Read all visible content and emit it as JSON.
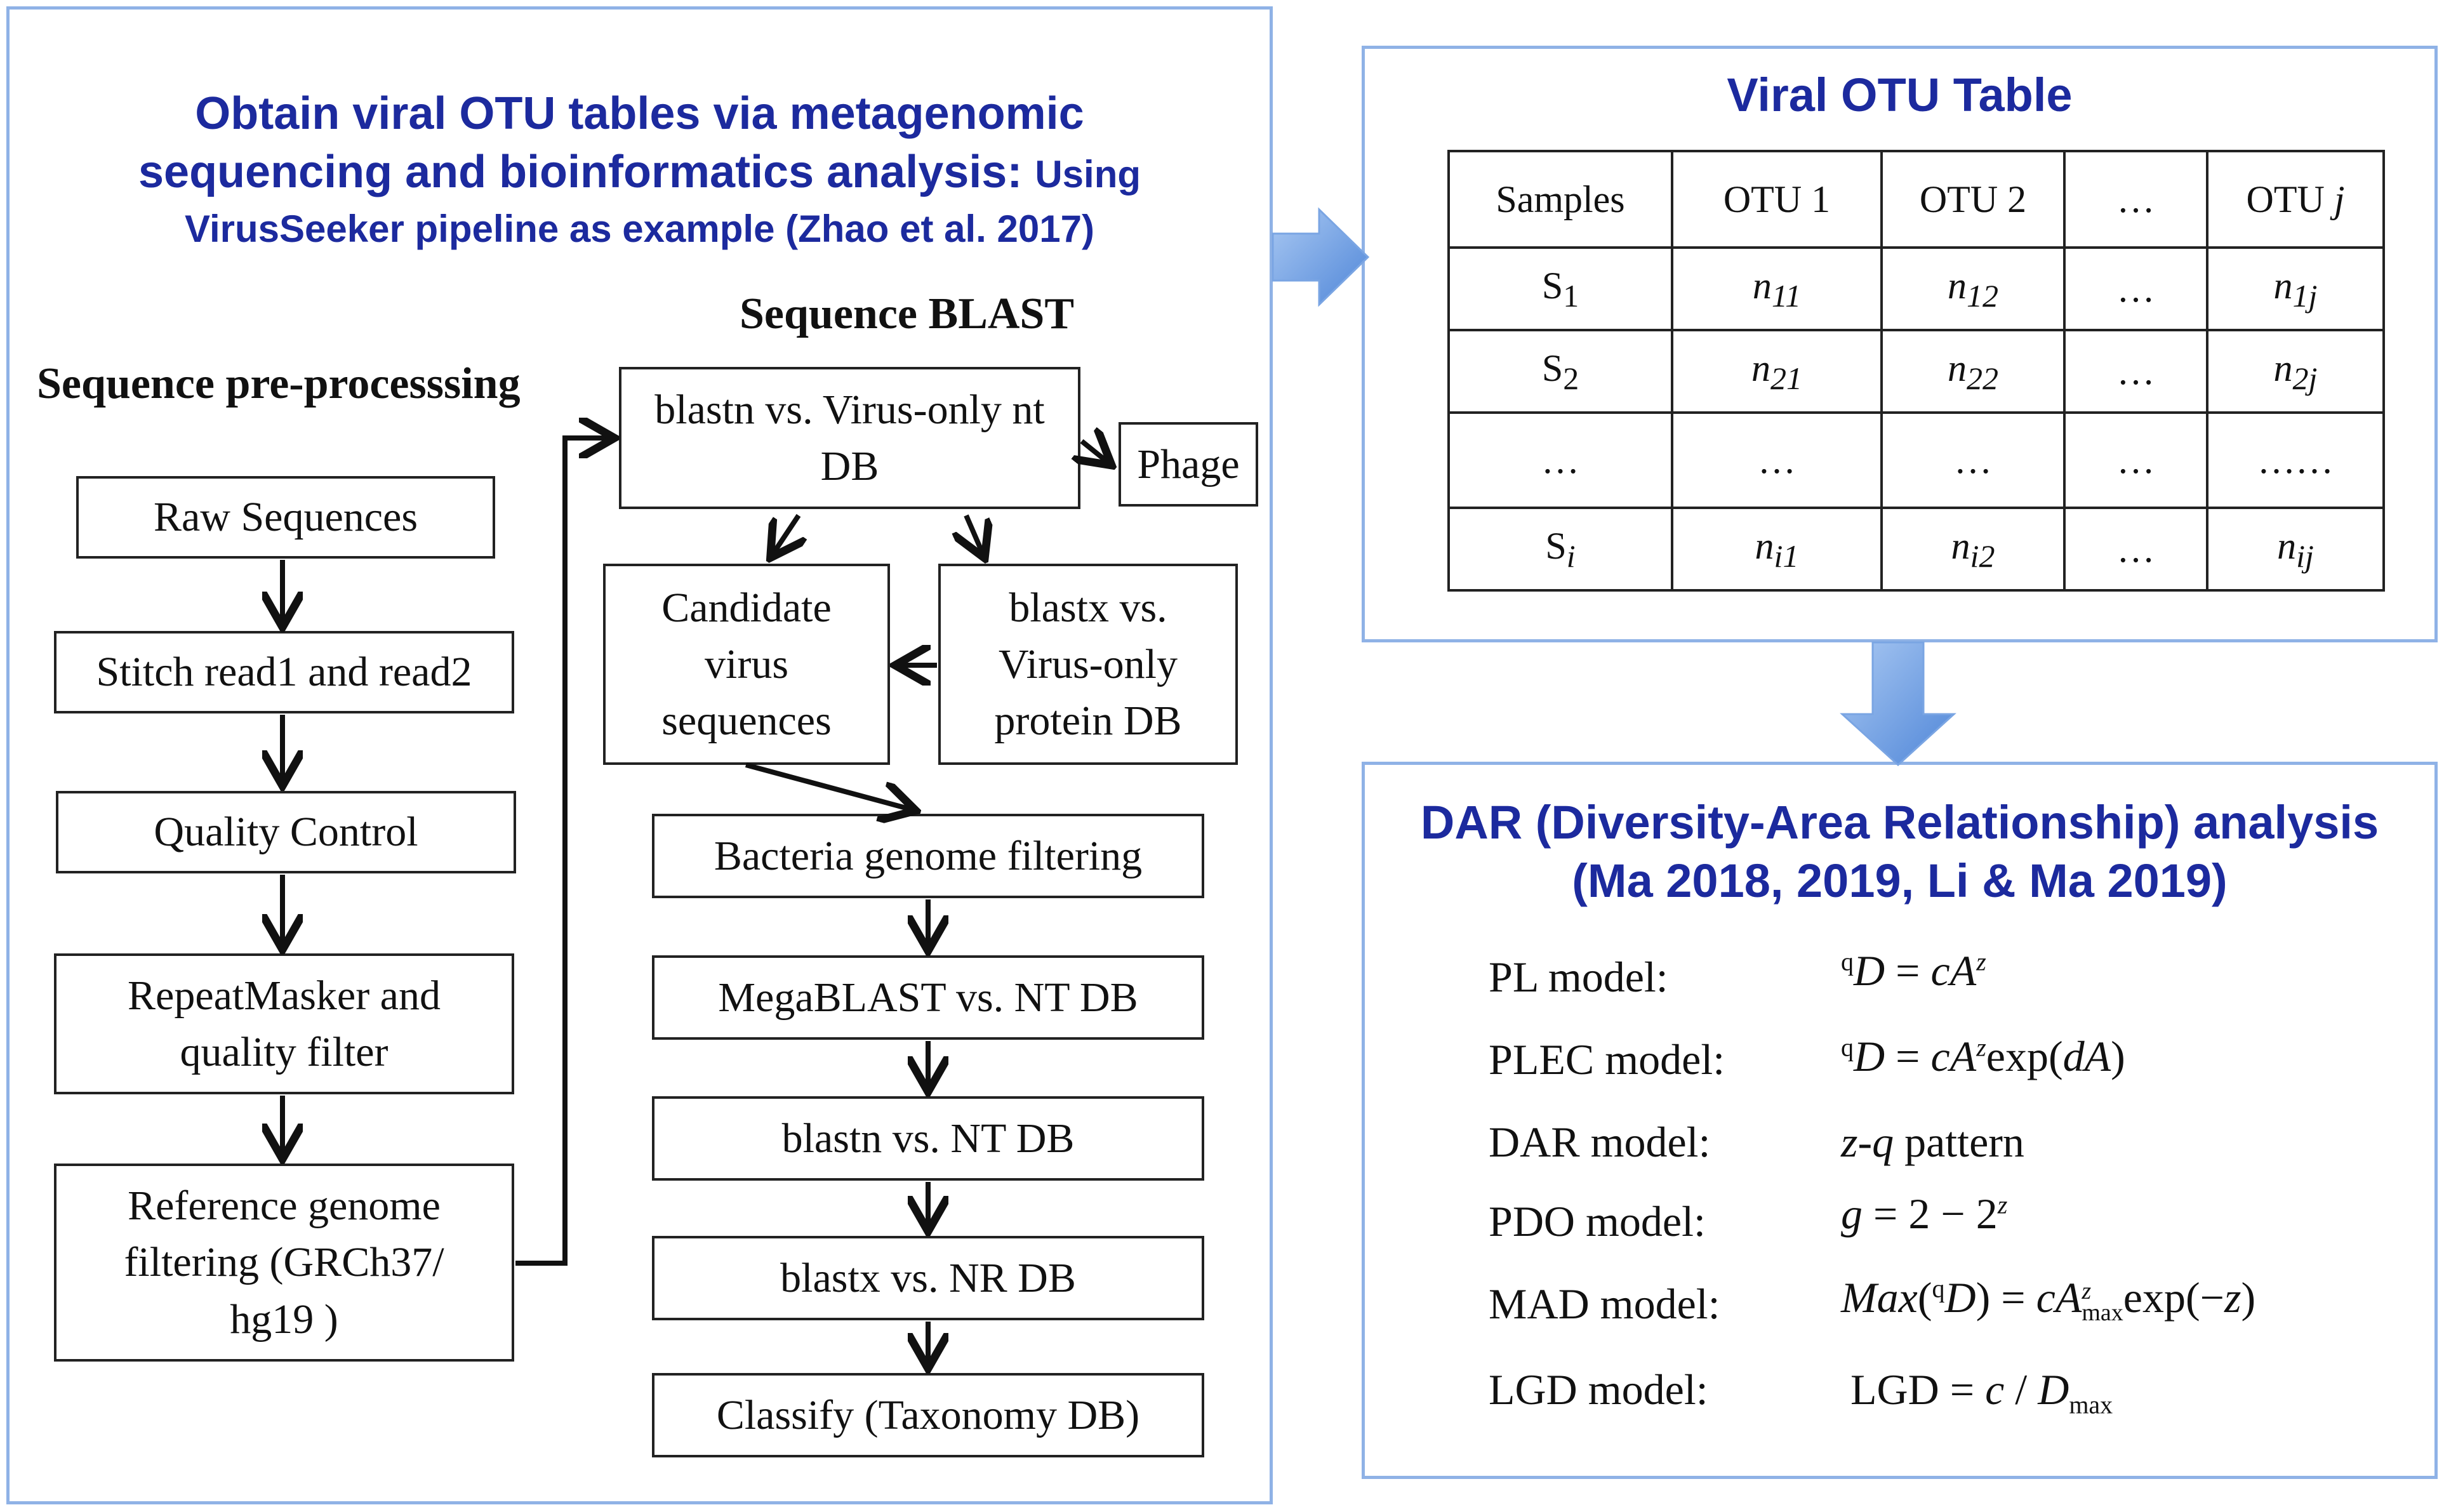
{
  "left_panel": {
    "title_main_line1": "Obtain viral OTU tables via metagenomic",
    "title_main_line2": "sequencing and bioinformatics analysis:",
    "title_small_line2": "Using",
    "title_small_line3": "VirusSeeker pipeline as example (Zhao et al. 2017)",
    "preprocessing": {
      "heading": "Sequence pre-processsing",
      "steps": [
        "Raw Sequences",
        "Stitch read1 and read2",
        "Quality Control",
        "RepeatMasker and quality filter",
        "Reference genome filtering (GRCh37/ hg19 )"
      ]
    },
    "blast": {
      "heading": "Sequence BLAST",
      "blastn_virus": "blastn vs. Virus-only nt DB",
      "phage": "Phage",
      "candidate": "Candidate virus sequences",
      "blastx_virus": "blastx vs. Virus-only protein DB",
      "steps": [
        "Bacteria genome filtering",
        "MegaBLAST vs. NT DB",
        "blastn vs. NT DB",
        "blastx vs. NR DB",
        "Classify (Taxonomy DB)"
      ]
    }
  },
  "otu_panel": {
    "title": "Viral OTU Table",
    "header": [
      "Samples",
      "OTU 1",
      "OTU 2",
      "…",
      "OTU",
      "j"
    ],
    "rows": [
      {
        "s": "S",
        "s_sub": "1",
        "c1": "n",
        "c1_sub": "11",
        "c2": "n",
        "c2_sub": "12",
        "c3": "…",
        "c4": "n",
        "c4_sub": "1j"
      },
      {
        "s": "S",
        "s_sub": "2",
        "c1": "n",
        "c1_sub": "21",
        "c2": "n",
        "c2_sub": "22",
        "c3": "…",
        "c4": "n",
        "c4_sub": "2j"
      },
      {
        "s": "…",
        "s_sub": "",
        "c1": "…",
        "c1_sub": "",
        "c2": "…",
        "c2_sub": "",
        "c3": "…",
        "c4": "……",
        "c4_sub": ""
      },
      {
        "s": "S",
        "s_sub": "i",
        "c1": "n",
        "c1_sub": "i1",
        "c2": "n",
        "c2_sub": "i2",
        "c3": "…",
        "c4": "n",
        "c4_sub": "ij"
      }
    ]
  },
  "dar_panel": {
    "title_line1": "DAR (Diversity-Area Relationship) analysis",
    "title_line2": "(Ma 2018, 2019, Li & Ma 2019)",
    "models": [
      {
        "label": "PL model:"
      },
      {
        "label": "PLEC model:"
      },
      {
        "label": "DAR model:"
      },
      {
        "label": "PDO model:"
      },
      {
        "label": "MAD model:"
      },
      {
        "label": "LGD model:"
      }
    ],
    "eq": {
      "q": "q",
      "D": "D",
      "eq": " = ",
      "c": "c",
      "A": "A",
      "z": "z",
      "exp": "exp(",
      "d": "d",
      "close": ")",
      "zq": "z-q",
      "pattern": " pattern",
      "g": "g",
      "two": " = 2 − 2",
      "Max": "Max",
      "open": "(",
      "max": "max",
      "expneg": "exp(−",
      "LGD": "LGD = ",
      "slash": " / "
    }
  },
  "colors": {
    "title": "#1c2a9e",
    "panel_border": "#8fb2e6",
    "arrow_fill": "#5b8fdb"
  }
}
